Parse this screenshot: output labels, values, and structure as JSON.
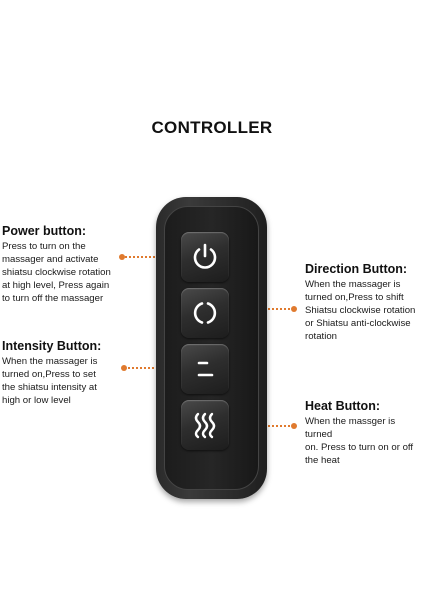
{
  "title": "CONTROLLER",
  "accent_color": "#e07a2e",
  "remote_color": "#2a2a2a",
  "callouts": {
    "power": {
      "heading": "Power button:",
      "text": "Press to turn on the\nmassager and activate\nshiatsu clockwise rotation\nat high level, Press again\nto turn off the massager"
    },
    "intensity": {
      "heading": "Intensity Button:",
      "text": "When the massager is\nturned on,Press to set\nthe shiatsu intensity at\nhigh or low level"
    },
    "direction": {
      "heading": "Direction Button:",
      "text": "When the massager is\nturned on,Press to shift\nShiatsu clockwise rotation\nor Shiatsu anti-clockwise\nrotation"
    },
    "heat": {
      "heading": "Heat Button:",
      "text": "When the massger is turned\non. Press to turn on or off\nthe heat"
    }
  },
  "buttons": [
    {
      "icon": "power-icon"
    },
    {
      "icon": "rotation-icon"
    },
    {
      "icon": "intensity-icon"
    },
    {
      "icon": "heat-waves-icon"
    }
  ]
}
